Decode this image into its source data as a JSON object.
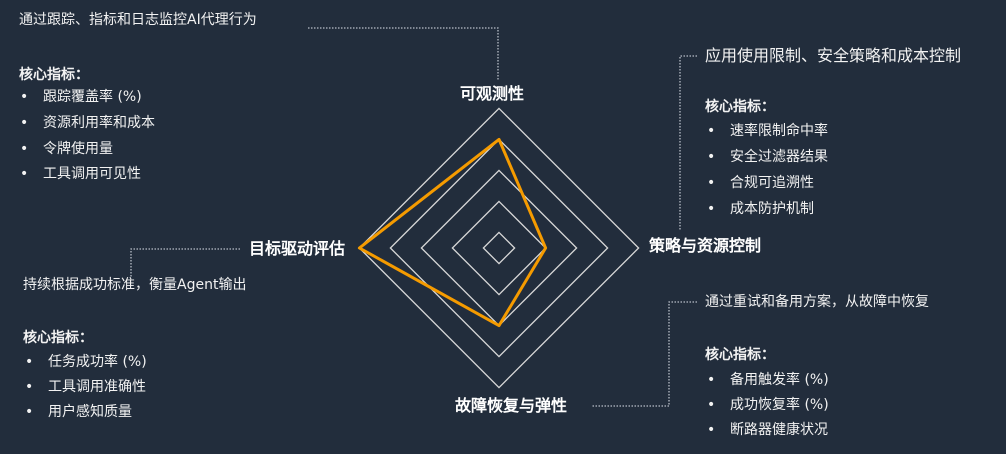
{
  "axes": [
    {
      "label": "可观测性",
      "value": 4
    },
    {
      "label": "策略与资源控制",
      "value": 2
    },
    {
      "label": "故障恢复与弹性",
      "value": 3
    },
    {
      "label": "目标驱动评估",
      "value": 5
    }
  ],
  "scale_max": 5,
  "colors": {
    "background": "#222d3c",
    "series": "#f59b00",
    "grid": "#d8d8d8"
  },
  "panels": {
    "observability": {
      "desc": "通过跟踪、指标和日志监控AI代理行为",
      "heading": "核心指标：",
      "items": [
        "跟踪覆盖率 (%)",
        "资源利用率和成本",
        "令牌使用量",
        "工具调用可见性"
      ]
    },
    "policy": {
      "desc": "应用使用限制、安全策略和成本控制",
      "heading": "核心指标：",
      "items": [
        "速率限制命中率",
        "安全过滤器结果",
        "合规可追溯性",
        "成本防护机制"
      ]
    },
    "resilience": {
      "desc": "通过重试和备用方案，从故障中恢复",
      "heading": "核心指标：",
      "items": [
        "备用触发率 (%)",
        "成功恢复率 (%)",
        "断路器健康状况"
      ]
    },
    "evaluation": {
      "desc": "持续根据成功标准，衡量Agent输出",
      "heading": "核心指标：",
      "items": [
        "任务成功率 (%)",
        "工具调用准确性",
        "用户感知质量"
      ]
    }
  },
  "bullet": "•"
}
